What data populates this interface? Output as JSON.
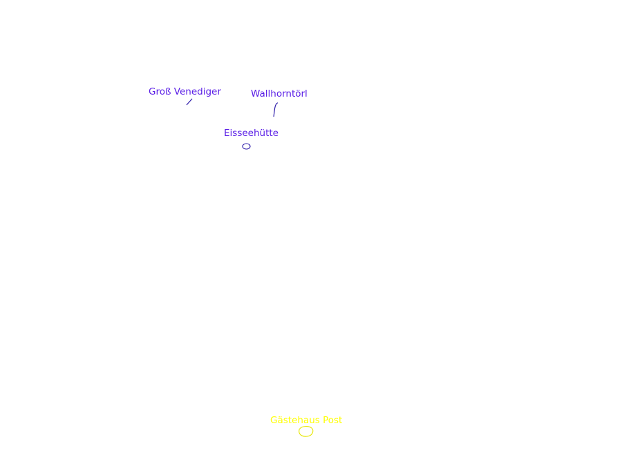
{
  "map": {
    "colors": {
      "summit_marker": "#4b1fd6",
      "label_primary": "#5a1ee6",
      "label_accent": "#ffff00",
      "accent_marker": "#f2f200"
    },
    "places": [
      {
        "name": "Groß Venediger",
        "icon": "summit-stroke-icon",
        "color": "#5a1ee6"
      },
      {
        "name": "Wallhorntörl",
        "icon": "pass-curve-icon",
        "color": "#5a1ee6"
      },
      {
        "name": "Eisseehütte",
        "icon": "hut-ring-icon",
        "color": "#5a1ee6"
      },
      {
        "name": "Gästehaus Post",
        "icon": "lodging-ring-icon",
        "color": "#ffff00"
      }
    ]
  }
}
